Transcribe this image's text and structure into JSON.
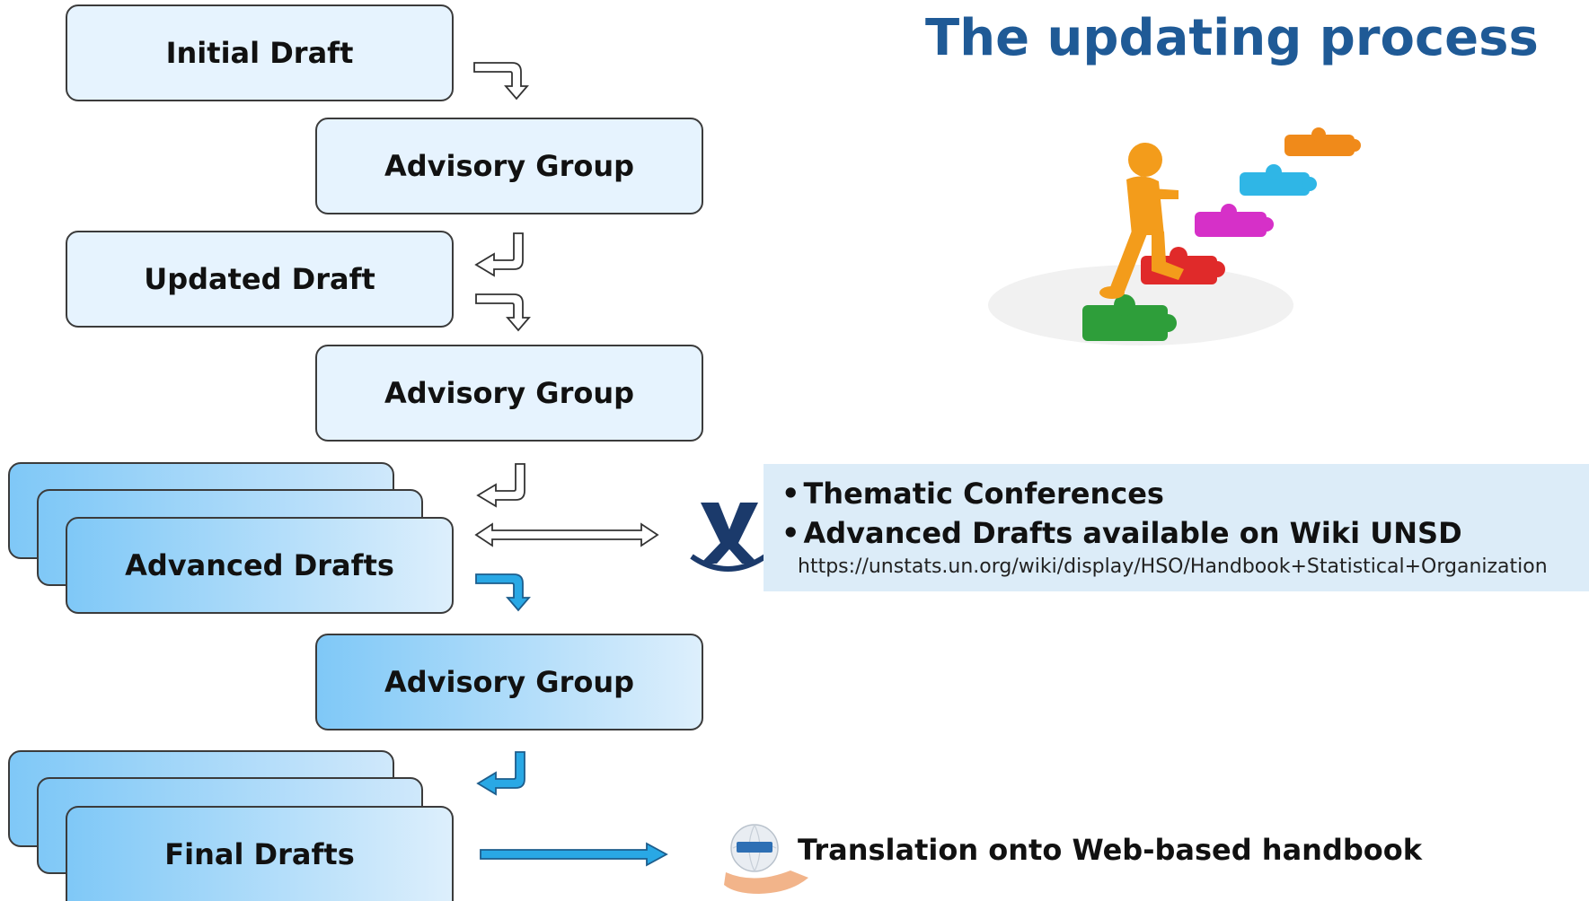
{
  "title": "The updating process",
  "flow": {
    "initial_draft": "Initial Draft",
    "advisory_group_1": "Advisory Group",
    "updated_draft": "Updated Draft",
    "advisory_group_2": "Advisory Group",
    "advanced_drafts": "Advanced Drafts",
    "advisory_group_3": "Advisory Group",
    "final_drafts": "Final Drafts"
  },
  "info": {
    "bullets": [
      "Thematic Conferences",
      "Advanced Drafts available on Wiki UNSD"
    ],
    "url": "https://unstats.un.org/wiki/display/HSO/Handbook+Statistical+Organization"
  },
  "translation": "Translation onto Web-based handbook",
  "icons": {
    "step_figure": "puzzle-steps-figure-icon",
    "wiki": "confluence-logo-icon",
    "web": "web-globe-hand-icon"
  },
  "colors": {
    "title": "#1f5a96",
    "box_light": "#e6f3fe",
    "box_gradient_start": "#7fc8f7",
    "arrow_blue": "#29a8e5",
    "info_bg": "#dcecf8"
  }
}
